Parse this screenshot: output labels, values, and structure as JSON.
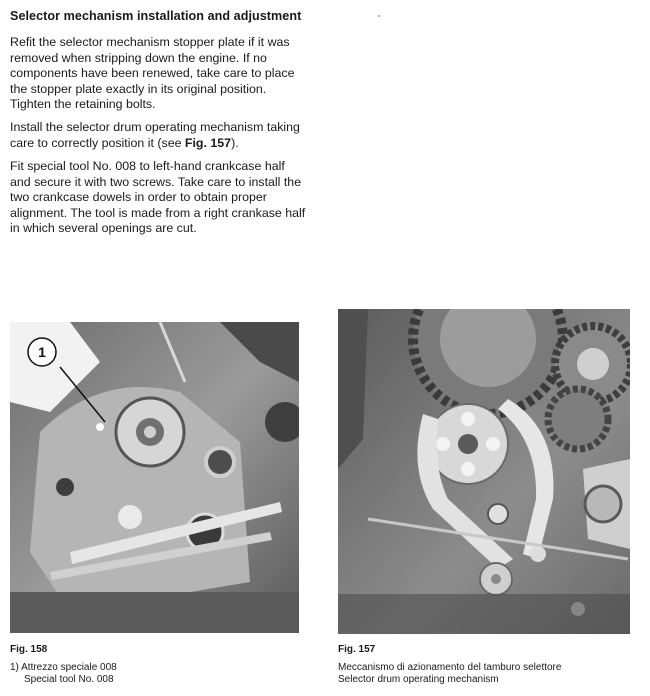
{
  "section": {
    "title": "Selector mechanism installation and adjustment",
    "paragraphs": [
      "Refit the selector mechanism stopper plate if it was removed when stripping down the engine. If no components have been renewed, take care to place the stopper plate exactly in its original position. Tighten the retaining bolts.",
      "Install the selector drum operating mechanism taking care to correctly position it (see ",
      "Fit special tool No. 008 to left-hand crankcase half and secure it with two screws. Take care to install the two crankcase dowels in order to obtain proper alignment. The tool is made from a right crankase half in which several openings are cut."
    ],
    "p2_ref": "Fig. 157",
    "p2_end": ")."
  },
  "figures": {
    "fig158": {
      "label": "Fig. 158",
      "callout": "1",
      "caption_it": "1) Attrezzo speciale 008",
      "caption_en": "Special tool No. 008"
    },
    "fig157": {
      "label": "Fig. 157",
      "caption_it": "Meccanismo di azionamento del tamburo selettore",
      "caption_en": "Selector drum operating mechanism"
    }
  }
}
